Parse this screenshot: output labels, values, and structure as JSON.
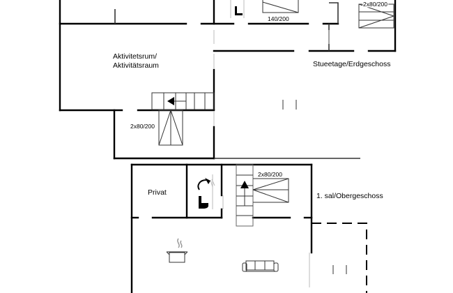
{
  "ground_floor": {
    "title": "Stueetage/Erdgeschoss",
    "room_activity_line1": "Aktivitetsrum/",
    "room_activity_line2": "Aktivitätsraum",
    "bed_double": "140/200",
    "bed_twin_top": "2x80/200",
    "bed_twin_lower": "2x80/200"
  },
  "first_floor": {
    "title": "1. sal/Obergeschoss",
    "room_private": "Privat",
    "bed_twin": "2x80/200"
  },
  "icons": [
    "toilet-icon",
    "shower-icon",
    "cooking-pot-icon",
    "sofa-icon",
    "stairs-arrow-icon",
    "bed-icon"
  ]
}
